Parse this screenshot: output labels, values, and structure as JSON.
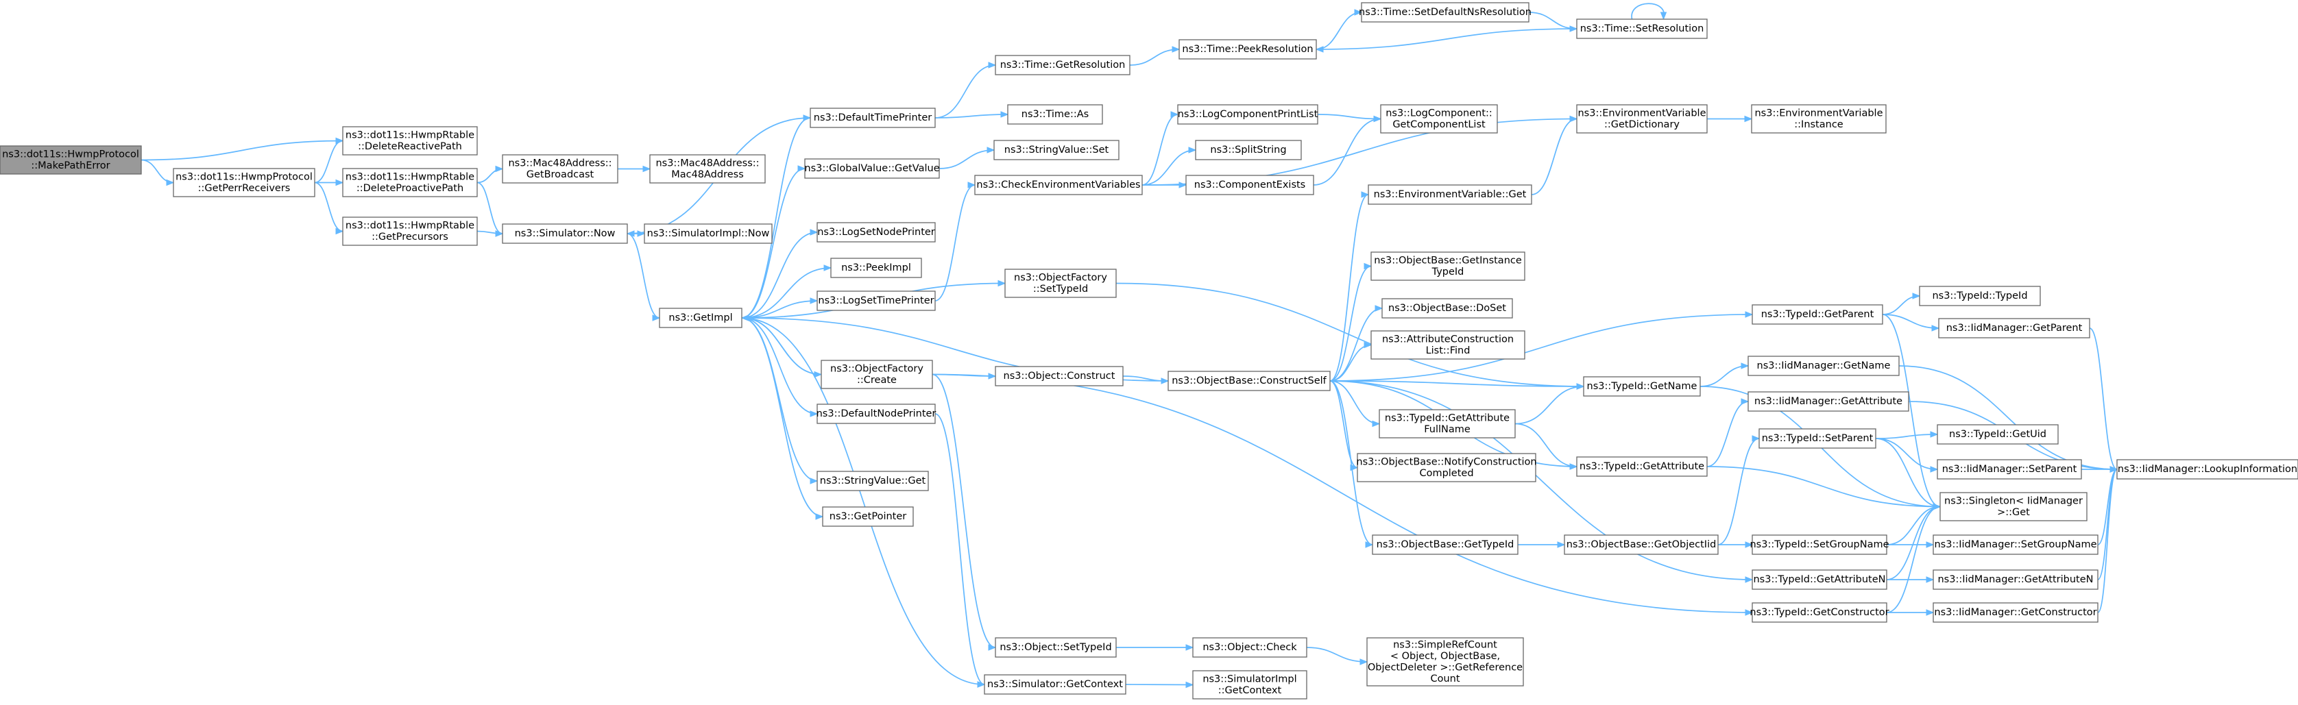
{
  "diagram": {
    "nodes": [
      {
        "id": "root",
        "lines": [
          "ns3::dot11s::HwmpProtocol",
          "::MakePathError"
        ],
        "root": true
      },
      {
        "id": "deleteReactive",
        "lines": [
          "ns3::dot11s::HwmpRtable",
          "::DeleteReactivePath"
        ]
      },
      {
        "id": "getPerr",
        "lines": [
          "ns3::dot11s::HwmpProtocol",
          "::GetPerrReceivers"
        ]
      },
      {
        "id": "deleteProactive",
        "lines": [
          "ns3::dot11s::HwmpRtable",
          "::DeleteProactivePath"
        ]
      },
      {
        "id": "getPrecursors",
        "lines": [
          "ns3::dot11s::HwmpRtable",
          "::GetPrecursors"
        ]
      },
      {
        "id": "macBroadcast",
        "lines": [
          "ns3::Mac48Address::",
          "GetBroadcast"
        ]
      },
      {
        "id": "macCtor",
        "lines": [
          "ns3::Mac48Address::",
          "Mac48Address"
        ]
      },
      {
        "id": "simNow",
        "lines": [
          "ns3::Simulator::Now"
        ]
      },
      {
        "id": "simImplNow",
        "lines": [
          "ns3::SimulatorImpl::Now"
        ]
      },
      {
        "id": "getImpl",
        "lines": [
          "ns3::GetImpl"
        ]
      },
      {
        "id": "defaultTimePrinter",
        "lines": [
          "ns3::DefaultTimePrinter"
        ]
      },
      {
        "id": "globalValueGet",
        "lines": [
          "ns3::GlobalValue::GetValue"
        ]
      },
      {
        "id": "logSetNodePrinter",
        "lines": [
          "ns3::LogSetNodePrinter"
        ]
      },
      {
        "id": "peekImpl",
        "lines": [
          "ns3::PeekImpl"
        ]
      },
      {
        "id": "logSetTimePrinter",
        "lines": [
          "ns3::LogSetTimePrinter"
        ]
      },
      {
        "id": "objFactoryCreate",
        "lines": [
          "ns3::ObjectFactory",
          "::Create"
        ]
      },
      {
        "id": "defaultNodePrinter",
        "lines": [
          "ns3::DefaultNodePrinter"
        ]
      },
      {
        "id": "stringValueGet",
        "lines": [
          "ns3::StringValue::Get"
        ]
      },
      {
        "id": "getPointer",
        "lines": [
          "ns3::GetPointer"
        ]
      },
      {
        "id": "timeGetResolution",
        "lines": [
          "ns3::Time::GetResolution"
        ]
      },
      {
        "id": "timeAs",
        "lines": [
          "ns3::Time::As"
        ]
      },
      {
        "id": "stringValueSet",
        "lines": [
          "ns3::StringValue::Set"
        ]
      },
      {
        "id": "checkEnv",
        "lines": [
          "ns3::CheckEnvironmentVariables"
        ]
      },
      {
        "id": "objFactorySetTypeId",
        "lines": [
          "ns3::ObjectFactory",
          "::SetTypeId"
        ]
      },
      {
        "id": "objConstruct",
        "lines": [
          "ns3::Object::Construct"
        ]
      },
      {
        "id": "objSetTypeId",
        "lines": [
          "ns3::Object::SetTypeId"
        ]
      },
      {
        "id": "simGetContext",
        "lines": [
          "ns3::Simulator::GetContext"
        ]
      },
      {
        "id": "timePeekResolution",
        "lines": [
          "ns3::Time::PeekResolution"
        ]
      },
      {
        "id": "timeSetDefaultNs",
        "lines": [
          "ns3::Time::SetDefaultNsResolution"
        ]
      },
      {
        "id": "timeSetResolution",
        "lines": [
          "ns3::Time::SetResolution"
        ]
      },
      {
        "id": "logComponentPrintList",
        "lines": [
          "ns3::LogComponentPrintList"
        ]
      },
      {
        "id": "splitString",
        "lines": [
          "ns3::SplitString"
        ]
      },
      {
        "id": "componentExists",
        "lines": [
          "ns3::ComponentExists"
        ]
      },
      {
        "id": "logComponentGetList",
        "lines": [
          "ns3::LogComponent::",
          "GetComponentList"
        ]
      },
      {
        "id": "envGetDict",
        "lines": [
          "ns3::EnvironmentVariable",
          "::GetDictionary"
        ]
      },
      {
        "id": "envInstance",
        "lines": [
          "ns3::EnvironmentVariable",
          "::Instance"
        ]
      },
      {
        "id": "envGet",
        "lines": [
          "ns3::EnvironmentVariable::Get"
        ]
      },
      {
        "id": "objBaseConstructSelf",
        "lines": [
          "ns3::ObjectBase::ConstructSelf"
        ]
      },
      {
        "id": "objCheck",
        "lines": [
          "ns3::Object::Check"
        ]
      },
      {
        "id": "simImplGetContext",
        "lines": [
          "ns3::SimulatorImpl",
          "::GetContext"
        ]
      },
      {
        "id": "objBaseGetInstance",
        "lines": [
          "ns3::ObjectBase::GetInstance",
          "TypeId"
        ]
      },
      {
        "id": "objBaseDoSet",
        "lines": [
          "ns3::ObjectBase::DoSet"
        ]
      },
      {
        "id": "attrConstrFind",
        "lines": [
          "ns3::AttributeConstruction",
          "List::Find"
        ]
      },
      {
        "id": "typeIdGetAttrFullName",
        "lines": [
          "ns3::TypeId::GetAttribute",
          "FullName"
        ]
      },
      {
        "id": "objBaseNotify",
        "lines": [
          "ns3::ObjectBase::NotifyConstruction",
          "Completed"
        ]
      },
      {
        "id": "objBaseGetTypeId",
        "lines": [
          "ns3::ObjectBase::GetTypeId"
        ]
      },
      {
        "id": "simpleRefCount",
        "lines": [
          "ns3::SimpleRefCount",
          "< Object, ObjectBase,",
          "ObjectDeleter >::GetReference",
          "Count"
        ]
      },
      {
        "id": "typeIdGetName",
        "lines": [
          "ns3::TypeId::GetName"
        ]
      },
      {
        "id": "typeIdGetAttribute",
        "lines": [
          "ns3::TypeId::GetAttribute"
        ]
      },
      {
        "id": "objBaseGetObjectIid",
        "lines": [
          "ns3::ObjectBase::GetObjectIid"
        ]
      },
      {
        "id": "typeIdGetParent",
        "lines": [
          "ns3::TypeId::GetParent"
        ]
      },
      {
        "id": "typeIdSetParent",
        "lines": [
          "ns3::TypeId::SetParent"
        ]
      },
      {
        "id": "typeIdSetGroupName",
        "lines": [
          "ns3::TypeId::SetGroupName"
        ]
      },
      {
        "id": "typeIdGetAttributeN",
        "lines": [
          "ns3::TypeId::GetAttributeN"
        ]
      },
      {
        "id": "typeIdGetConstructor",
        "lines": [
          "ns3::TypeId::GetConstructor"
        ]
      },
      {
        "id": "typeIdCtor",
        "lines": [
          "ns3::TypeId::TypeId"
        ]
      },
      {
        "id": "iidGetParent",
        "lines": [
          "ns3::IidManager::GetParent"
        ]
      },
      {
        "id": "iidGetName",
        "lines": [
          "ns3::IidManager::GetName"
        ]
      },
      {
        "id": "iidGetAttribute",
        "lines": [
          "ns3::IidManager::GetAttribute"
        ]
      },
      {
        "id": "typeIdGetUid",
        "lines": [
          "ns3::TypeId::GetUid"
        ]
      },
      {
        "id": "iidSetParent",
        "lines": [
          "ns3::IidManager::SetParent"
        ]
      },
      {
        "id": "singletonGet",
        "lines": [
          "ns3::Singleton< IidManager",
          ">::Get"
        ]
      },
      {
        "id": "iidSetGroupName",
        "lines": [
          "ns3::IidManager::SetGroupName"
        ]
      },
      {
        "id": "iidGetAttributeN",
        "lines": [
          "ns3::IidManager::GetAttributeN"
        ]
      },
      {
        "id": "iidGetConstructor",
        "lines": [
          "ns3::IidManager::GetConstructor"
        ]
      },
      {
        "id": "iidLookup",
        "lines": [
          "ns3::IidManager::LookupInformation"
        ]
      }
    ],
    "edges": [
      [
        "root",
        "deleteReactive"
      ],
      [
        "root",
        "getPerr"
      ],
      [
        "getPerr",
        "deleteReactive"
      ],
      [
        "getPerr",
        "deleteProactive"
      ],
      [
        "getPerr",
        "getPrecursors"
      ],
      [
        "deleteProactive",
        "macBroadcast"
      ],
      [
        "deleteProactive",
        "simNow"
      ],
      [
        "getPrecursors",
        "simNow"
      ],
      [
        "macBroadcast",
        "macCtor"
      ],
      [
        "simNow",
        "simImplNow"
      ],
      [
        "simNow",
        "getImpl"
      ],
      [
        "getImpl",
        "defaultTimePrinter"
      ],
      [
        "getImpl",
        "globalValueGet"
      ],
      [
        "getImpl",
        "logSetNodePrinter"
      ],
      [
        "getImpl",
        "peekImpl"
      ],
      [
        "getImpl",
        "logSetTimePrinter"
      ],
      [
        "getImpl",
        "objFactorySetTypeId"
      ],
      [
        "getImpl",
        "objFactoryCreate"
      ],
      [
        "getImpl",
        "defaultNodePrinter"
      ],
      [
        "getImpl",
        "stringValueGet"
      ],
      [
        "getImpl",
        "getPointer"
      ],
      [
        "getImpl",
        "simGetContext"
      ],
      [
        "defaultTimePrinter",
        "simNow"
      ],
      [
        "defaultTimePrinter",
        "timeGetResolution"
      ],
      [
        "defaultTimePrinter",
        "timeAs"
      ],
      [
        "globalValueGet",
        "stringValueSet"
      ],
      [
        "logSetTimePrinter",
        "checkEnv"
      ],
      [
        "objFactoryCreate",
        "objConstruct"
      ],
      [
        "objFactoryCreate",
        "objSetTypeId"
      ],
      [
        "objFactoryCreate",
        "getImpl"
      ],
      [
        "objFactoryCreate",
        "typeIdGetConstructor"
      ],
      [
        "defaultNodePrinter",
        "simGetContext"
      ],
      [
        "timeGetResolution",
        "timePeekResolution"
      ],
      [
        "timePeekResolution",
        "timeSetDefaultNs"
      ],
      [
        "timeSetDefaultNs",
        "timeSetResolution"
      ],
      [
        "timeSetResolution",
        "timePeekResolution"
      ],
      [
        "timeSetResolution",
        "timeSetResolution"
      ],
      [
        "checkEnv",
        "logComponentPrintList"
      ],
      [
        "checkEnv",
        "splitString"
      ],
      [
        "checkEnv",
        "componentExists"
      ],
      [
        "checkEnv",
        "envGetDict"
      ],
      [
        "logComponentPrintList",
        "logComponentGetList"
      ],
      [
        "componentExists",
        "logComponentGetList"
      ],
      [
        "envGetDict",
        "envInstance"
      ],
      [
        "envGet",
        "envGetDict"
      ],
      [
        "objFactorySetTypeId",
        "typeIdGetName"
      ],
      [
        "objConstruct",
        "objBaseConstructSelf"
      ],
      [
        "objBaseConstructSelf",
        "envGet"
      ],
      [
        "objBaseConstructSelf",
        "typeIdGetParent"
      ],
      [
        "objBaseConstructSelf",
        "objBaseGetInstance"
      ],
      [
        "objBaseConstructSelf",
        "objBaseDoSet"
      ],
      [
        "objBaseConstructSelf",
        "attrConstrFind"
      ],
      [
        "objBaseConstructSelf",
        "typeIdGetName"
      ],
      [
        "objBaseConstructSelf",
        "typeIdGetAttrFullName"
      ],
      [
        "objBaseConstructSelf",
        "objBaseNotify"
      ],
      [
        "objBaseConstructSelf",
        "typeIdGetAttribute"
      ],
      [
        "objBaseConstructSelf",
        "objBaseGetTypeId"
      ],
      [
        "objBaseConstructSelf",
        "typeIdGetAttributeN"
      ],
      [
        "objBaseConstructSelf",
        "getImpl"
      ],
      [
        "objSetTypeId",
        "objCheck"
      ],
      [
        "objCheck",
        "simpleRefCount"
      ],
      [
        "simGetContext",
        "simImplGetContext"
      ],
      [
        "typeIdGetAttrFullName",
        "typeIdGetName"
      ],
      [
        "typeIdGetAttrFullName",
        "typeIdGetAttribute"
      ],
      [
        "objBaseGetTypeId",
        "objBaseGetObjectIid"
      ],
      [
        "objBaseGetObjectIid",
        "typeIdSetParent"
      ],
      [
        "objBaseGetObjectIid",
        "typeIdSetGroupName"
      ],
      [
        "typeIdGetName",
        "iidGetName"
      ],
      [
        "typeIdGetName",
        "singletonGet"
      ],
      [
        "typeIdGetAttribute",
        "iidGetAttribute"
      ],
      [
        "typeIdGetAttribute",
        "singletonGet"
      ],
      [
        "typeIdGetParent",
        "typeIdCtor"
      ],
      [
        "typeIdGetParent",
        "iidGetParent"
      ],
      [
        "typeIdGetParent",
        "singletonGet"
      ],
      [
        "typeIdSetParent",
        "typeIdGetUid"
      ],
      [
        "typeIdSetParent",
        "iidSetParent"
      ],
      [
        "typeIdSetParent",
        "singletonGet"
      ],
      [
        "typeIdSetGroupName",
        "iidSetGroupName"
      ],
      [
        "typeIdSetGroupName",
        "singletonGet"
      ],
      [
        "typeIdGetAttributeN",
        "iidGetAttributeN"
      ],
      [
        "typeIdGetAttributeN",
        "singletonGet"
      ],
      [
        "typeIdGetConstructor",
        "iidGetConstructor"
      ],
      [
        "typeIdGetConstructor",
        "singletonGet"
      ],
      [
        "iidGetParent",
        "iidLookup"
      ],
      [
        "iidGetName",
        "iidLookup"
      ],
      [
        "iidGetAttribute",
        "iidLookup"
      ],
      [
        "iidSetParent",
        "iidLookup"
      ],
      [
        "iidSetGroupName",
        "iidLookup"
      ],
      [
        "iidGetAttributeN",
        "iidLookup"
      ],
      [
        "iidGetConstructor",
        "iidLookup"
      ]
    ]
  }
}
